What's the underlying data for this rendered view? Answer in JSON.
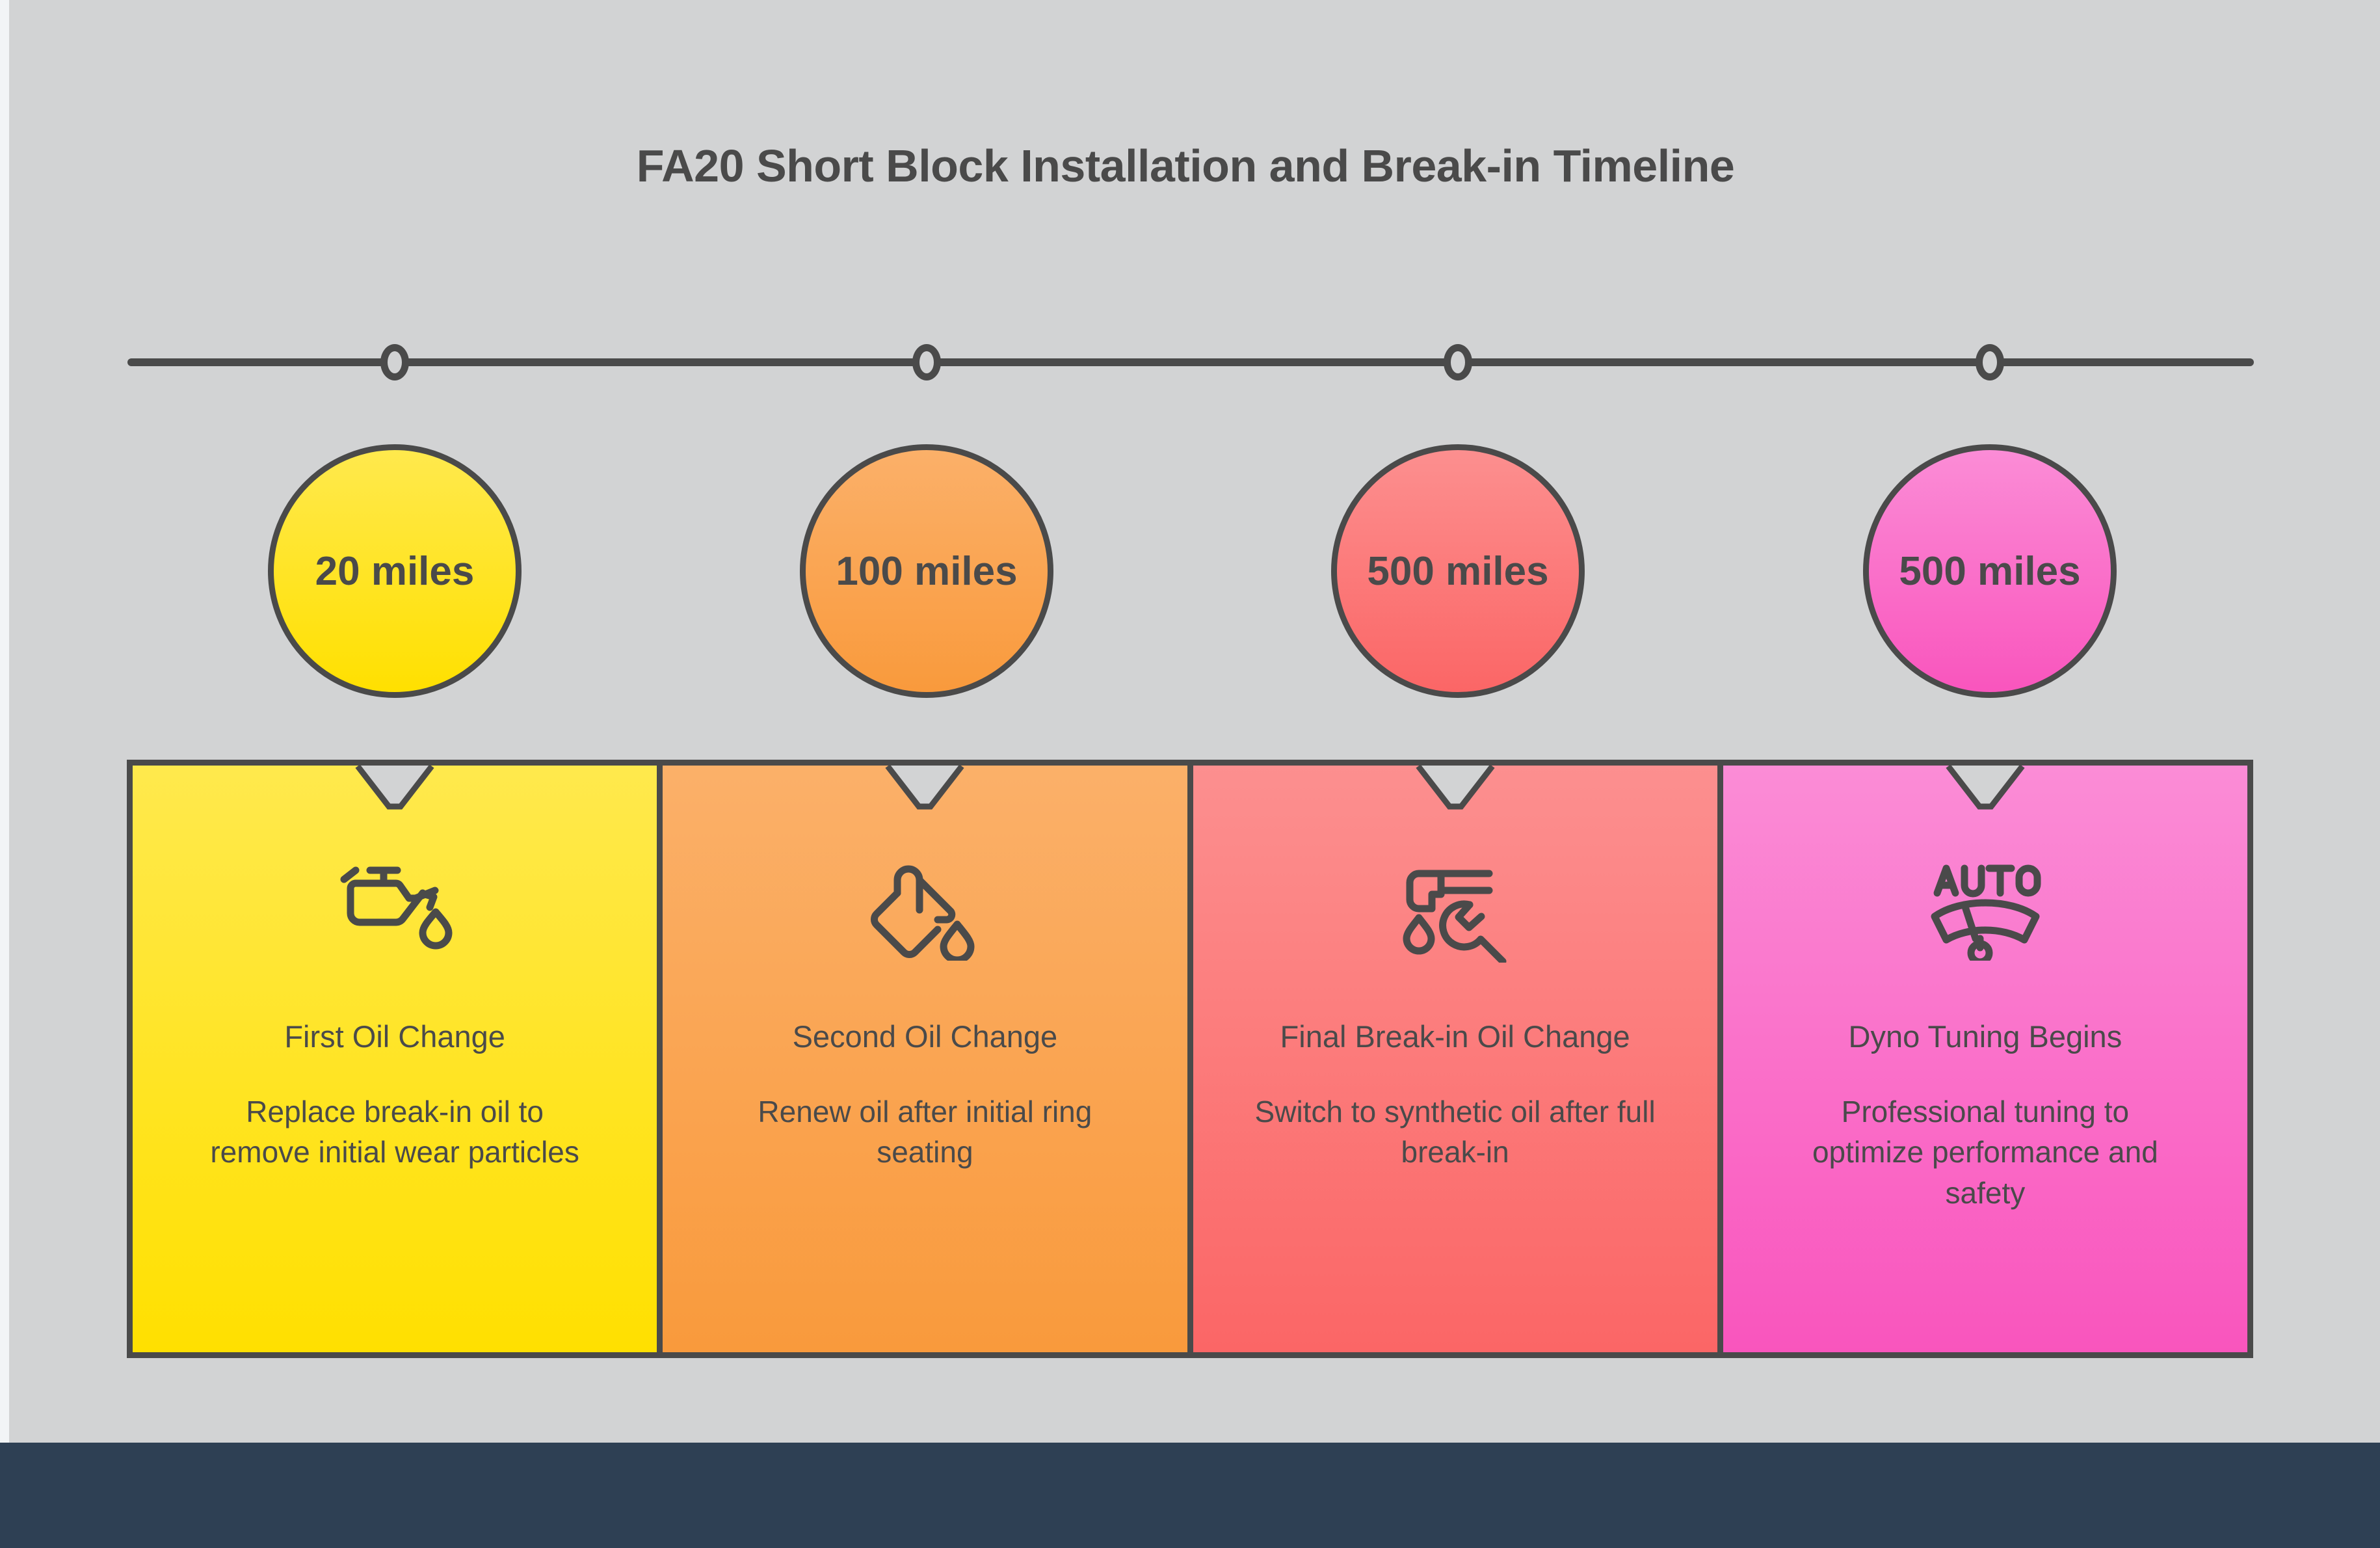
{
  "page": {
    "title": "FA20 Short Block Installation and Break-in Timeline",
    "background_color": "#d2d3d4",
    "footer_color": "#2e4054",
    "stroke_color": "#4a4a4a",
    "text_color": "#4a4a4a"
  },
  "timeline": {
    "rail_color": "#4a4a4a",
    "node_count": 4
  },
  "milestones": [
    {
      "badge": "20 miles",
      "title": "First Oil Change",
      "description": "Replace break-in oil to remove initial wear particles",
      "icon": "oil-can-icon",
      "color_start": "#ffe94d",
      "color_end": "#ffe000"
    },
    {
      "badge": "100 miles",
      "title": "Second Oil Change",
      "description": "Renew oil after initial ring seating",
      "icon": "oil-bucket-pour-icon",
      "color_start": "#fbb069",
      "color_end": "#f99a3c"
    },
    {
      "badge": "500 miles",
      "title": "Final Break-in Oil Change",
      "description": "Switch to synthetic oil after full break-in",
      "icon": "oil-drain-wrench-icon",
      "color_start": "#fc8f8f",
      "color_end": "#fb6666"
    },
    {
      "badge": "500 miles",
      "title": "Dyno Tuning Begins",
      "description": "Professional tuning to optimize performance and safety",
      "icon": "auto-gauge-wiper-icon",
      "color_start": "#fb8cd6",
      "color_end": "#f955bd"
    }
  ]
}
